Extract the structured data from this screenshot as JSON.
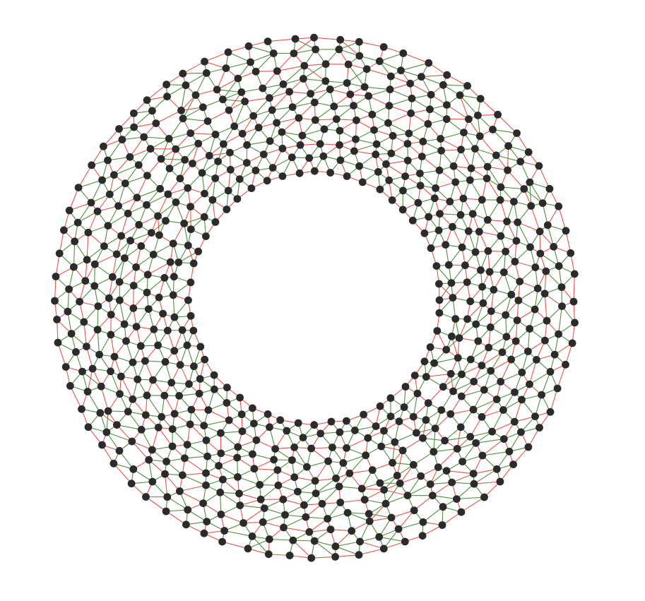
{
  "diagram": {
    "kind": "annulus-graph",
    "node_color": "#2b2b2b",
    "edge_colors": {
      "primary": "#e8554a",
      "secondary": "#4f8f3a"
    },
    "background": "#ffffff",
    "rings": 11,
    "nodes_per_ring": [
      48,
      50,
      52,
      56,
      58,
      60,
      62,
      64,
      66,
      70,
      72
    ]
  }
}
